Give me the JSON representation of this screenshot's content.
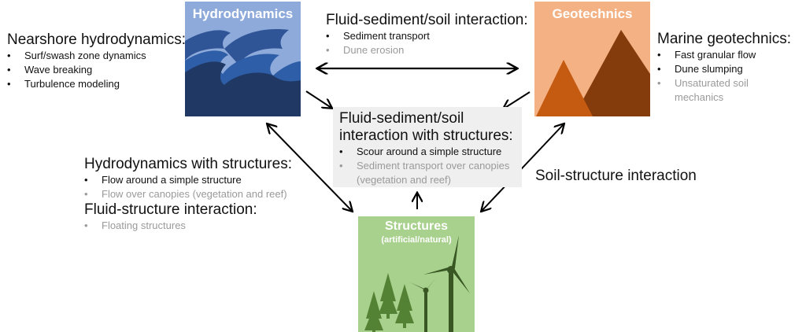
{
  "panels": {
    "hydrodynamics": {
      "title": "Hydrodynamics",
      "bg": "#8eaadb",
      "wave_light": "#2f5597",
      "wave_dark": "#203864",
      "wave_mid": "#2e5ea8"
    },
    "geotechnics": {
      "title": "Geotechnics",
      "bg": "#f4b183",
      "mountain_dark": "#843c0c",
      "mountain_light": "#c55a11"
    },
    "structures": {
      "title": "Structures",
      "subtitle": "(artificial/natural)",
      "bg": "#a9d18e",
      "tree": "#548235",
      "turbine": "#385723"
    }
  },
  "nearshore": {
    "heading": "Nearshore hydrodynamics:",
    "items": [
      {
        "text": "Surf/swash zone dynamics",
        "muted": false
      },
      {
        "text": "Wave breaking",
        "muted": false
      },
      {
        "text": "Turbulence modeling",
        "muted": false
      }
    ]
  },
  "fluid_sediment": {
    "heading": "Fluid-sediment/soil interaction:",
    "items": [
      {
        "text": "Sediment transport",
        "muted": false
      },
      {
        "text": "Dune erosion",
        "muted": true
      }
    ]
  },
  "marine_geo": {
    "heading": "Marine geotechnics:",
    "items": [
      {
        "text": "Fast granular flow",
        "muted": false
      },
      {
        "text": "Dune slumping",
        "muted": false
      },
      {
        "text": "Unsaturated soil mechanics",
        "muted": true
      }
    ]
  },
  "fluid_sediment_structures": {
    "heading_line1": "Fluid-sediment/soil",
    "heading_line2": "interaction with structures:",
    "items": [
      {
        "text": "Scour around a simple structure",
        "muted": false
      },
      {
        "text": "Sediment transport over canopies (vegetation and reef)",
        "muted": true
      }
    ]
  },
  "hydro_structures": {
    "heading": "Hydrodynamics with structures:",
    "items": [
      {
        "text": "Flow around a simple structure",
        "muted": false
      },
      {
        "text": "Flow over canopies (vegetation and reef)",
        "muted": true
      }
    ]
  },
  "fluid_structure": {
    "heading": "Fluid-structure interaction:",
    "items": [
      {
        "text": "Floating structures",
        "muted": true
      }
    ]
  },
  "soil_structure": {
    "label": "Soil-structure interaction"
  }
}
